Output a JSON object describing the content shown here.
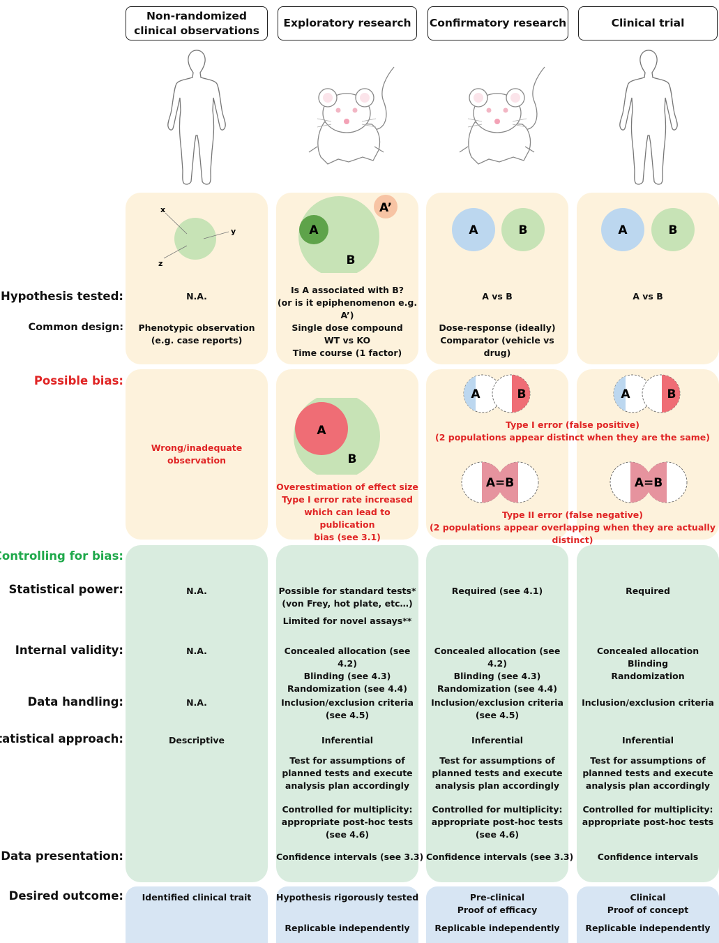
{
  "columns": [
    {
      "header": "Non-randomized\nclinical observations"
    },
    {
      "header": "Exploratory research"
    },
    {
      "header": "Confirmatory research"
    },
    {
      "header": "Clinical trial"
    }
  ],
  "row_labels": {
    "hypothesis": "Hypothesis tested:",
    "design": "Common design:",
    "bias": "Possible bias:",
    "controlling": "Controlling for bias:",
    "power": "Statistical power:",
    "internal": "Internal validity:",
    "handling": "Data handling:",
    "approach": "Statistical approach:",
    "presentation": "Data presentation:",
    "outcome": "Desired outcome:"
  },
  "diagram_labels": {
    "x": "x",
    "y": "y",
    "z": "z",
    "A": "A",
    "B": "B",
    "A_prime": "A’",
    "A_eq_B": "A=B"
  },
  "hypothesis": [
    "N.A.",
    "Is A associated with B?\n(or is it epiphenomenon e.g. A’)",
    "A vs B",
    "A vs B"
  ],
  "design": [
    "Phenotypic observation\n(e.g. case reports)",
    "Single dose compound\nWT vs KO\nTime course (1 factor)",
    "Dose-response (ideally)\nComparator (vehicle vs drug)",
    ""
  ],
  "bias": {
    "col1": "Wrong/inadequate\nobservation",
    "col2": "Overestimation of effect size\nType I error rate increased\nwhich can lead to publication\nbias (see 3.1)",
    "type1": "Type I error (false positive)\n(2 populations appear distinct when they are the same)",
    "type2": "Type II error (false negative)\n(2 populations appear overlapping when they are actually distinct)"
  },
  "power": [
    "N.A.",
    "Possible for standard tests*\n(von Frey, hot plate, etc…)",
    "Required (see 4.1)",
    "Required"
  ],
  "power_note": "Limited for novel assays**",
  "internal": [
    "N.A.",
    "Concealed allocation (see 4.2)\nBlinding (see 4.3)\nRandomization (see 4.4)",
    "Concealed allocation (see 4.2)\nBlinding (see 4.3)\nRandomization (see 4.4)",
    "Concealed allocation\nBlinding\nRandomization"
  ],
  "handling": [
    "N.A.",
    "Inclusion/exclusion criteria\n(see 4.5)",
    "Inclusion/exclusion criteria\n(see 4.5)",
    "Inclusion/exclusion criteria"
  ],
  "approach": [
    "Descriptive",
    "Inferential",
    "Inferential",
    "Inferential"
  ],
  "assumptions": [
    "",
    "Test for assumptions of\nplanned tests and execute\nanalysis plan accordingly",
    "Test for assumptions of\nplanned tests and execute\nanalysis plan accordingly",
    "Test for assumptions of\nplanned tests and execute\nanalysis plan accordingly"
  ],
  "multiplicity": [
    "",
    "Controlled for multiplicity:\nappropriate post-hoc tests\n(see  4.6)",
    "Controlled for multiplicity:\nappropriate post-hoc tests\n(see  4.6)",
    "Controlled for multiplicity:\nappropriate post-hoc tests"
  ],
  "presentation": [
    "",
    "Confidence intervals (see 3.3)",
    "Confidence intervals (see 3.3)",
    "Confidence intervals"
  ],
  "outcome": [
    "Identified clinical trait",
    "Hypothesis rigorously tested",
    "Pre-clinical\nProof of efficacy",
    "Clinical\nProof of concept"
  ],
  "replicable": [
    "",
    "Replicable independently",
    "Replicable independently",
    "Replicable independently"
  ],
  "colors": {
    "beige": "#fdf2dc",
    "green_panel": "#d9ecdf",
    "blue_panel": "#d7e5f3",
    "circle_green": "#c7e3b6",
    "circle_dark_green": "#5ea34a",
    "circle_blue": "#bcd7ef",
    "circle_red": "#ef6d75",
    "circle_orange": "#f7c4a4",
    "red_text": "#e02525",
    "green_text": "#1ea84a"
  }
}
